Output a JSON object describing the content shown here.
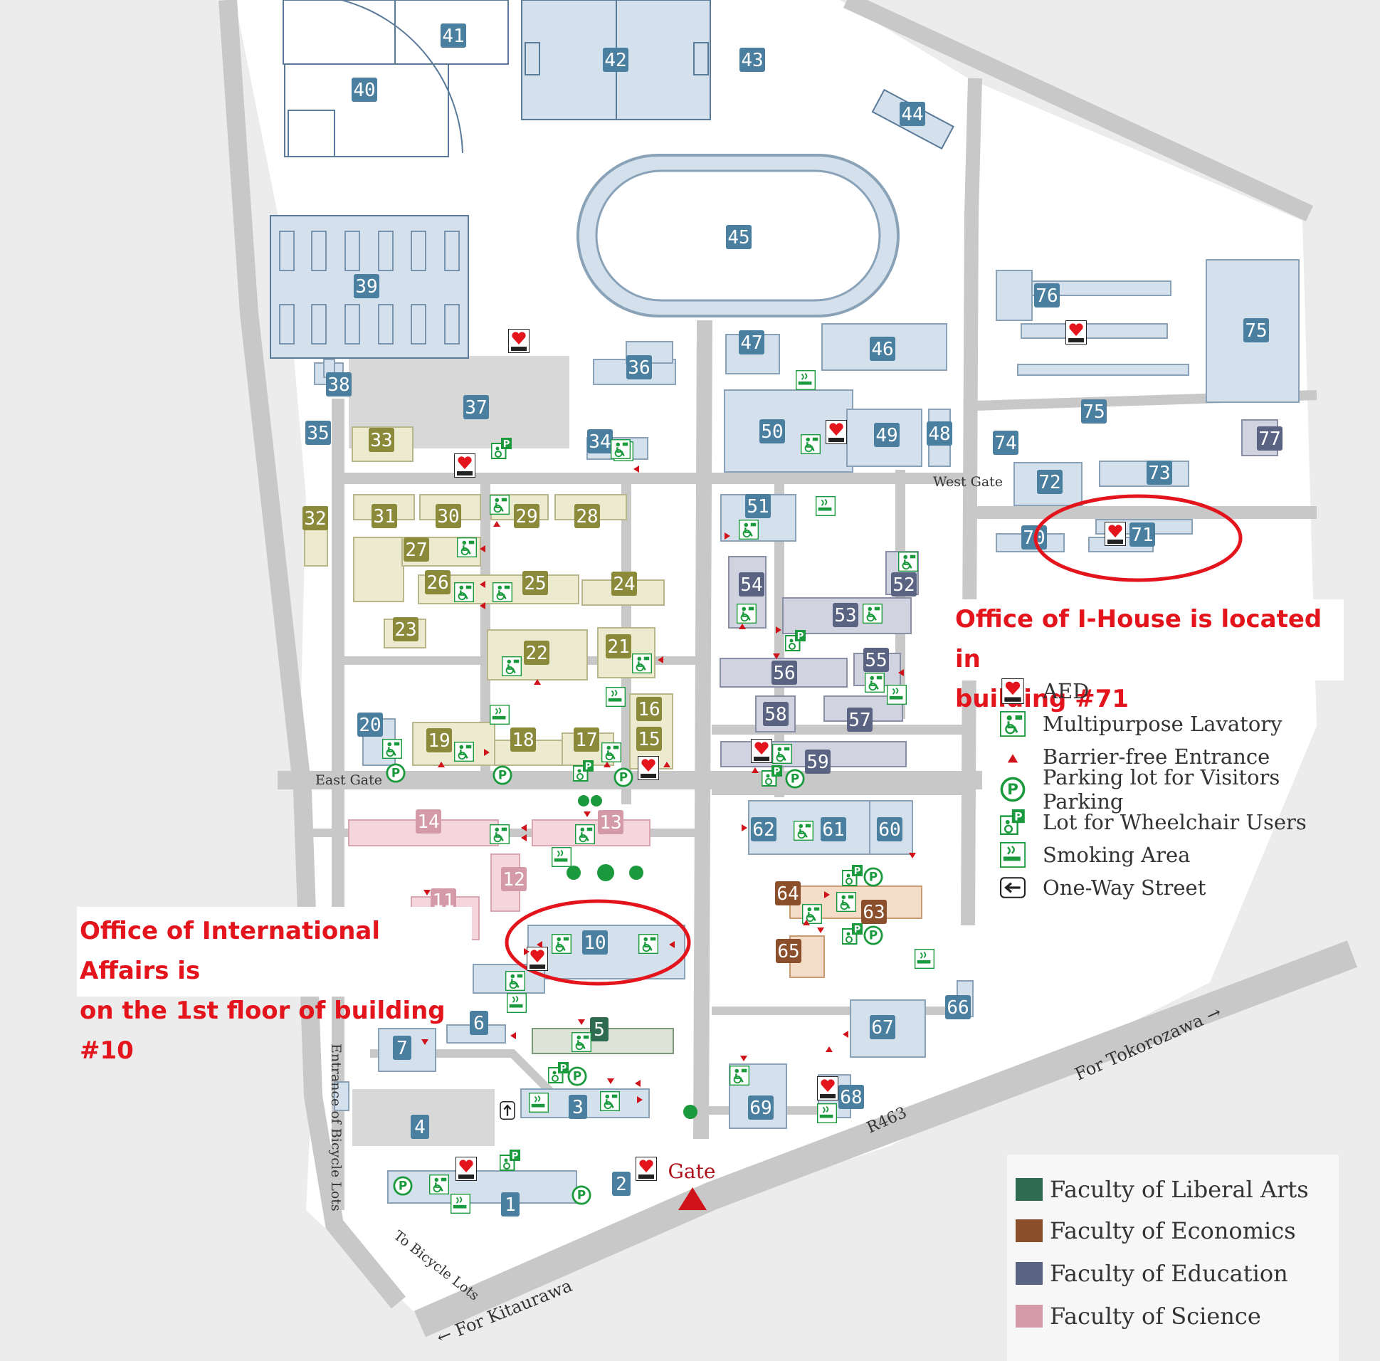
{
  "buildings": [
    "1",
    "2",
    "3",
    "4",
    "5",
    "6",
    "7",
    "10",
    "11",
    "12",
    "13",
    "14",
    "15",
    "16",
    "17",
    "18",
    "19",
    "20",
    "21",
    "22",
    "23",
    "24",
    "25",
    "26",
    "27",
    "28",
    "29",
    "30",
    "31",
    "32",
    "33",
    "34",
    "35",
    "36",
    "37",
    "38",
    "39",
    "40",
    "41",
    "42",
    "43",
    "44",
    "45",
    "46",
    "47",
    "48",
    "49",
    "50",
    "51",
    "52",
    "53",
    "54",
    "55",
    "56",
    "57",
    "58",
    "59",
    "60",
    "61",
    "62",
    "63",
    "64",
    "65",
    "66",
    "67",
    "68",
    "69",
    "70",
    "71",
    "72",
    "73",
    "74",
    "75",
    "75b",
    "76",
    "77"
  ],
  "labels": {
    "east_gate": "East Gate",
    "west_gate": "West Gate",
    "gate": "Gate",
    "bicycle_entrance": "Entrance of Bicycle Lots",
    "to_bicycle": "To Bicycle Lots",
    "for_kitaurawa": "← For Kitaurawa",
    "for_tokorozawa": "For Tokorozawa →",
    "road": "R463"
  },
  "callouts": {
    "ihouse_line1": "Office of I-House is located in",
    "ihouse_line2": "building #71",
    "intl_line1": "Office of International Affairs is",
    "intl_line2": "on the 1st floor of  building  #10"
  },
  "legend": {
    "aed": "AED",
    "lavatory": "Multipurpose  Lavatory",
    "barrier_free": "Barrier-free Entrance",
    "parking_visitors": "Parking lot for Visitors Parking",
    "parking_wheelchair": "Lot for Wheelchair Users",
    "smoking": "Smoking Area",
    "one_way": "One-Way Street"
  },
  "faculties": [
    {
      "name": "Faculty of Liberal Arts",
      "color": "#2e6b4f"
    },
    {
      "name": "Faculty of Economics",
      "color": "#8c4f2b"
    },
    {
      "name": "Faculty of Education",
      "color": "#5a6482"
    },
    {
      "name": "Faculty of Science",
      "color": "#d49aa8"
    }
  ],
  "colors": {
    "road": "#c8c8c8",
    "ground": "#ececec",
    "generic_building": "#d4e1ec",
    "generic_tag": "#4a7f9f",
    "liberal_building": "#ecebcf",
    "liberal_tag": "#8a8a3a",
    "science_building": "#f4d6dc",
    "science_tag": "#d49aa8",
    "education_building": "#d2d3e0",
    "education_tag": "#5a6482",
    "economics_building": "#f3dcc8",
    "economics_tag": "#8c4f2b",
    "highlight": "#e3141b",
    "symbol_green": "#1a9a3c",
    "entrance_red": "#d0121b"
  },
  "icons": [
    "aed-icon",
    "lavatory-icon",
    "barrier-free-icon",
    "parking-icon",
    "wheelchair-parking-icon",
    "smoking-icon",
    "one-way-icon"
  ]
}
